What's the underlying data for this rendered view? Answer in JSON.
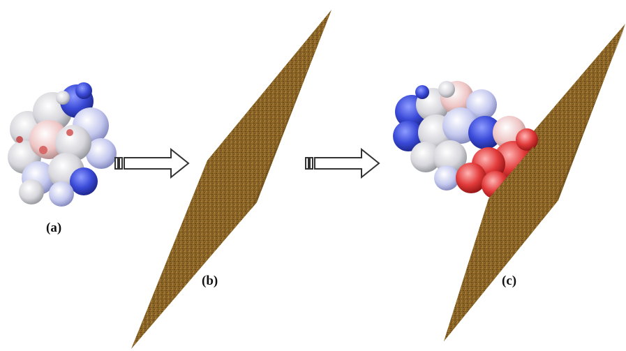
{
  "labels": {
    "a": "(a)",
    "b": "(b)",
    "c": "(c)"
  },
  "colors": {
    "background": "#ffffff",
    "surface_brown": "#8a6426",
    "surface_highlight": "#b58a3e",
    "surface_shadow": "#5e4216",
    "protein_white": "#e8e8ec",
    "protein_grey": "#9a9aa0",
    "protein_blue": "#2f3fd0",
    "protein_red": "#d21e1e",
    "arrow_outline": "#333333"
  },
  "icons": {
    "arrow": "hollow-right-arrow",
    "protein": "electrostatic-surface-molecule",
    "surface": "planar-surface"
  }
}
